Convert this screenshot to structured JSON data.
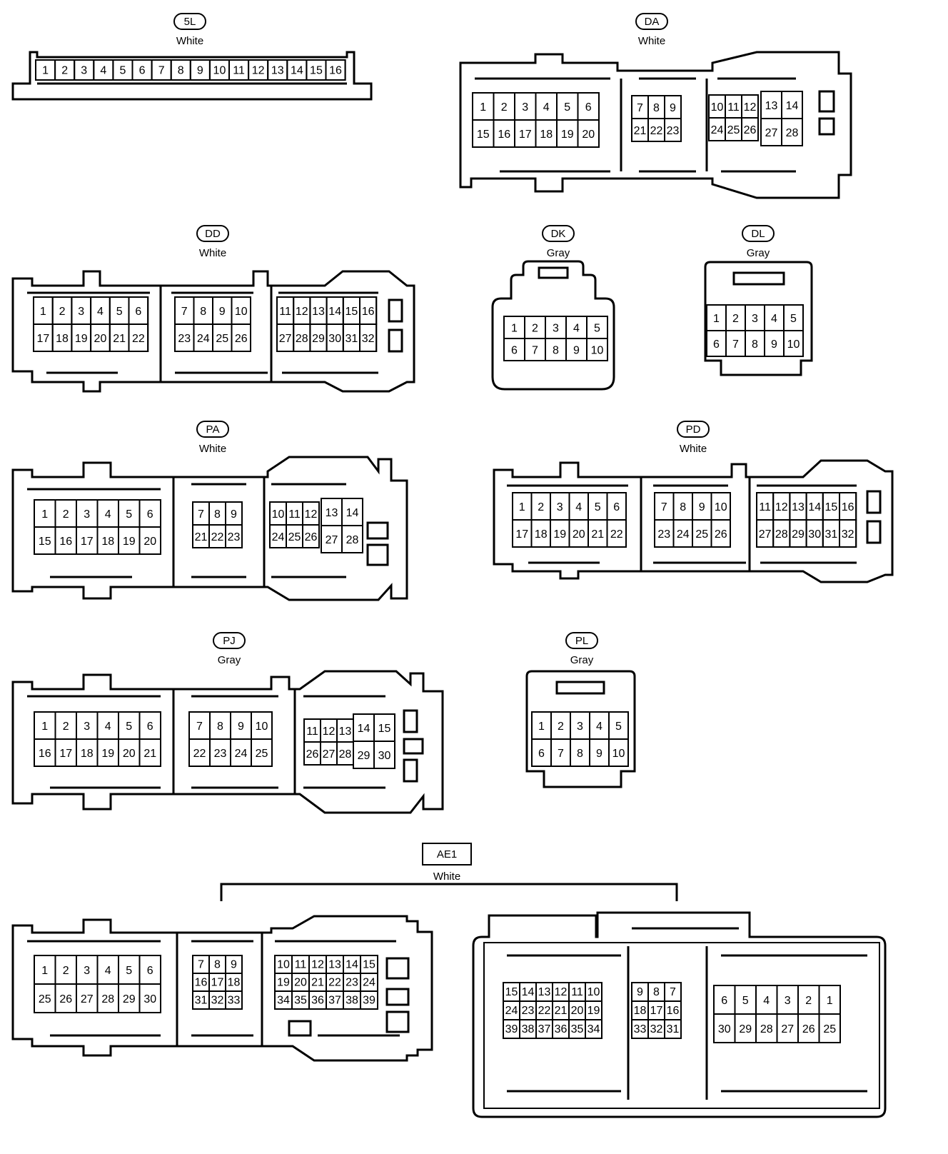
{
  "connectors": [
    {
      "code": "5L",
      "color": "White",
      "blocks": [
        {
          "rows": [
            [
              "1",
              "2",
              "3",
              "4",
              "5",
              "6",
              "7",
              "8",
              "9",
              "10",
              "11",
              "12",
              "13",
              "14",
              "15",
              "16"
            ]
          ]
        }
      ]
    },
    {
      "code": "DA",
      "color": "White",
      "blocks": [
        {
          "rows": [
            [
              "1",
              "2",
              "3",
              "4",
              "5",
              "6"
            ],
            [
              "15",
              "16",
              "17",
              "18",
              "19",
              "20"
            ]
          ]
        },
        {
          "rows": [
            [
              "7",
              "8",
              "9"
            ],
            [
              "21",
              "22",
              "23"
            ]
          ]
        },
        {
          "rows": [
            [
              "10",
              "11",
              "12"
            ],
            [
              "24",
              "25",
              "26"
            ]
          ]
        },
        {
          "rows": [
            [
              "13",
              "14"
            ],
            [
              "27",
              "28"
            ]
          ]
        }
      ]
    },
    {
      "code": "DD",
      "color": "White",
      "blocks": [
        {
          "rows": [
            [
              "1",
              "2",
              "3",
              "4",
              "5",
              "6"
            ],
            [
              "17",
              "18",
              "19",
              "20",
              "21",
              "22"
            ]
          ]
        },
        {
          "rows": [
            [
              "7",
              "8",
              "9",
              "10"
            ],
            [
              "23",
              "24",
              "25",
              "26"
            ]
          ]
        },
        {
          "rows": [
            [
              "11",
              "12",
              "13",
              "14",
              "15",
              "16"
            ],
            [
              "27",
              "28",
              "29",
              "30",
              "31",
              "32"
            ]
          ]
        }
      ]
    },
    {
      "code": "DK",
      "color": "Gray",
      "blocks": [
        {
          "rows": [
            [
              "1",
              "2",
              "3",
              "4",
              "5"
            ],
            [
              "6",
              "7",
              "8",
              "9",
              "10"
            ]
          ]
        }
      ]
    },
    {
      "code": "DL",
      "color": "Gray",
      "blocks": [
        {
          "rows": [
            [
              "1",
              "2",
              "3",
              "4",
              "5"
            ],
            [
              "6",
              "7",
              "8",
              "9",
              "10"
            ]
          ]
        }
      ]
    },
    {
      "code": "PA",
      "color": "White",
      "blocks": [
        {
          "rows": [
            [
              "1",
              "2",
              "3",
              "4",
              "5",
              "6"
            ],
            [
              "15",
              "16",
              "17",
              "18",
              "19",
              "20"
            ]
          ]
        },
        {
          "rows": [
            [
              "7",
              "8",
              "9"
            ],
            [
              "21",
              "22",
              "23"
            ]
          ]
        },
        {
          "rows": [
            [
              "10",
              "11",
              "12"
            ],
            [
              "24",
              "25",
              "26"
            ]
          ]
        },
        {
          "rows": [
            [
              "13",
              "14"
            ],
            [
              "27",
              "28"
            ]
          ]
        }
      ]
    },
    {
      "code": "PD",
      "color": "White",
      "blocks": [
        {
          "rows": [
            [
              "1",
              "2",
              "3",
              "4",
              "5",
              "6"
            ],
            [
              "17",
              "18",
              "19",
              "20",
              "21",
              "22"
            ]
          ]
        },
        {
          "rows": [
            [
              "7",
              "8",
              "9",
              "10"
            ],
            [
              "23",
              "24",
              "25",
              "26"
            ]
          ]
        },
        {
          "rows": [
            [
              "11",
              "12",
              "13",
              "14",
              "15",
              "16"
            ],
            [
              "27",
              "28",
              "29",
              "30",
              "31",
              "32"
            ]
          ]
        }
      ]
    },
    {
      "code": "PJ",
      "color": "Gray",
      "blocks": [
        {
          "rows": [
            [
              "1",
              "2",
              "3",
              "4",
              "5",
              "6"
            ],
            [
              "16",
              "17",
              "18",
              "19",
              "20",
              "21"
            ]
          ]
        },
        {
          "rows": [
            [
              "7",
              "8",
              "9",
              "10"
            ],
            [
              "22",
              "23",
              "24",
              "25"
            ]
          ]
        },
        {
          "rows": [
            [
              "11",
              "12",
              "13"
            ],
            [
              "26",
              "27",
              "28"
            ]
          ]
        },
        {
          "rows": [
            [
              "14",
              "15"
            ],
            [
              "29",
              "30"
            ]
          ]
        }
      ]
    },
    {
      "code": "PL",
      "color": "Gray",
      "blocks": [
        {
          "rows": [
            [
              "1",
              "2",
              "3",
              "4",
              "5"
            ],
            [
              "6",
              "7",
              "8",
              "9",
              "10"
            ]
          ]
        }
      ]
    },
    {
      "code": "AE1",
      "color": "White",
      "blocks": [
        {
          "rows": [
            [
              "1",
              "2",
              "3",
              "4",
              "5",
              "6"
            ],
            [
              "25",
              "26",
              "27",
              "28",
              "29",
              "30"
            ]
          ]
        },
        {
          "rows": [
            [
              "7",
              "8",
              "9"
            ],
            [
              "16",
              "17",
              "18"
            ],
            [
              "31",
              "32",
              "33"
            ]
          ]
        },
        {
          "rows": [
            [
              "10",
              "11",
              "12",
              "13",
              "14",
              "15"
            ],
            [
              "19",
              "20",
              "21",
              "22",
              "23",
              "24"
            ],
            [
              "34",
              "35",
              "36",
              "37",
              "38",
              "39"
            ]
          ]
        },
        {
          "rows": [
            [
              "15",
              "14",
              "13",
              "12",
              "11",
              "10"
            ],
            [
              "24",
              "23",
              "22",
              "21",
              "20",
              "19"
            ],
            [
              "39",
              "38",
              "37",
              "36",
              "35",
              "34"
            ]
          ]
        },
        {
          "rows": [
            [
              "9",
              "8",
              "7"
            ],
            [
              "18",
              "17",
              "16"
            ],
            [
              "33",
              "32",
              "31"
            ]
          ]
        },
        {
          "rows": [
            [
              "6",
              "5",
              "4",
              "3",
              "2",
              "1"
            ],
            [
              "30",
              "29",
              "28",
              "27",
              "26",
              "25"
            ]
          ]
        }
      ]
    }
  ]
}
